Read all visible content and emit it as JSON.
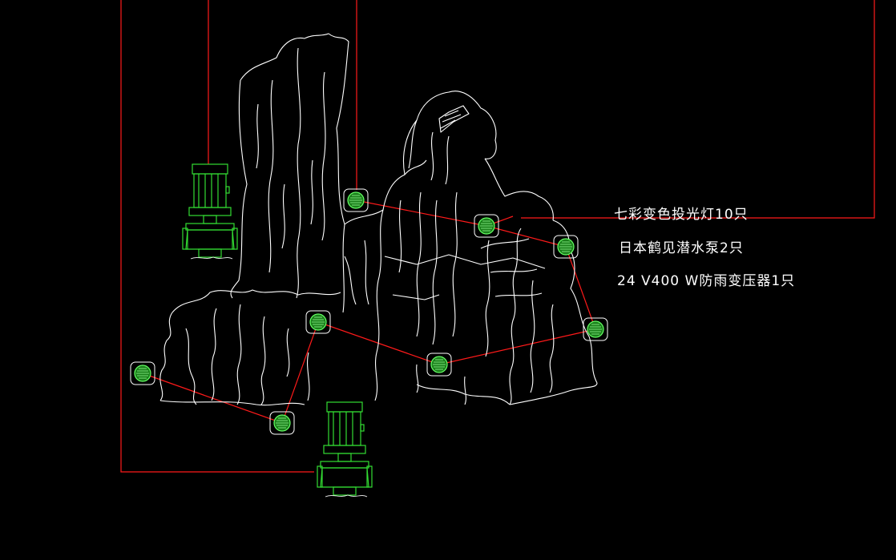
{
  "drawing": {
    "background": "#000000",
    "wire_color": "#ff1a1a",
    "equipment_color": "#33cc33",
    "rock_color": "#ffffff",
    "legend": [
      "七彩变色投光灯10只",
      "日本鹤见潜水泵2只",
      "24 V400 W防雨变压器1只"
    ],
    "icons": {
      "light": "spotlight-icon",
      "pump": "submersible-pump-icon"
    }
  }
}
